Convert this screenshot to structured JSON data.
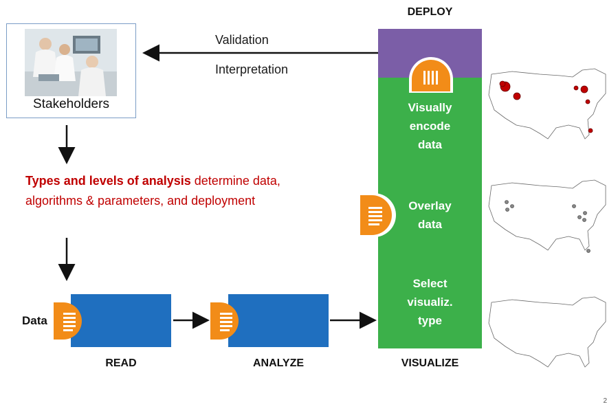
{
  "stakeholders": {
    "label": "Stakeholders"
  },
  "top_edge": {
    "line1": "Validation",
    "line2": "Interpretation"
  },
  "analysis": {
    "highlight": "Types and levels of analysis",
    "rest": " determine data, algorithms & parameters, and deployment"
  },
  "inputs": {
    "data_label": "Data"
  },
  "stages": {
    "read": "READ",
    "analyze": "ANALYZE",
    "visualize": "VISUALIZE",
    "deploy": "DEPLOY"
  },
  "visualize_steps": {
    "step1_line1": "Visually",
    "step1_line2": "encode",
    "step1_line3": "data",
    "step2_line1": "Overlay",
    "step2_line2": "data",
    "step3_line1": "Select",
    "step3_line2": "visualiz.",
    "step3_line3": "type"
  },
  "colors": {
    "blue": "#1f6fbf",
    "green": "#3cb04a",
    "purple": "#7b5ea7",
    "orange": "#f28c18",
    "red_text": "#c00000",
    "map_dot_red": "#c00000",
    "map_dot_gray": "#888888"
  },
  "icons": [
    "document-icon",
    "columns-icon",
    "photo-icon",
    "us-map-icon"
  ],
  "page_number": "2"
}
